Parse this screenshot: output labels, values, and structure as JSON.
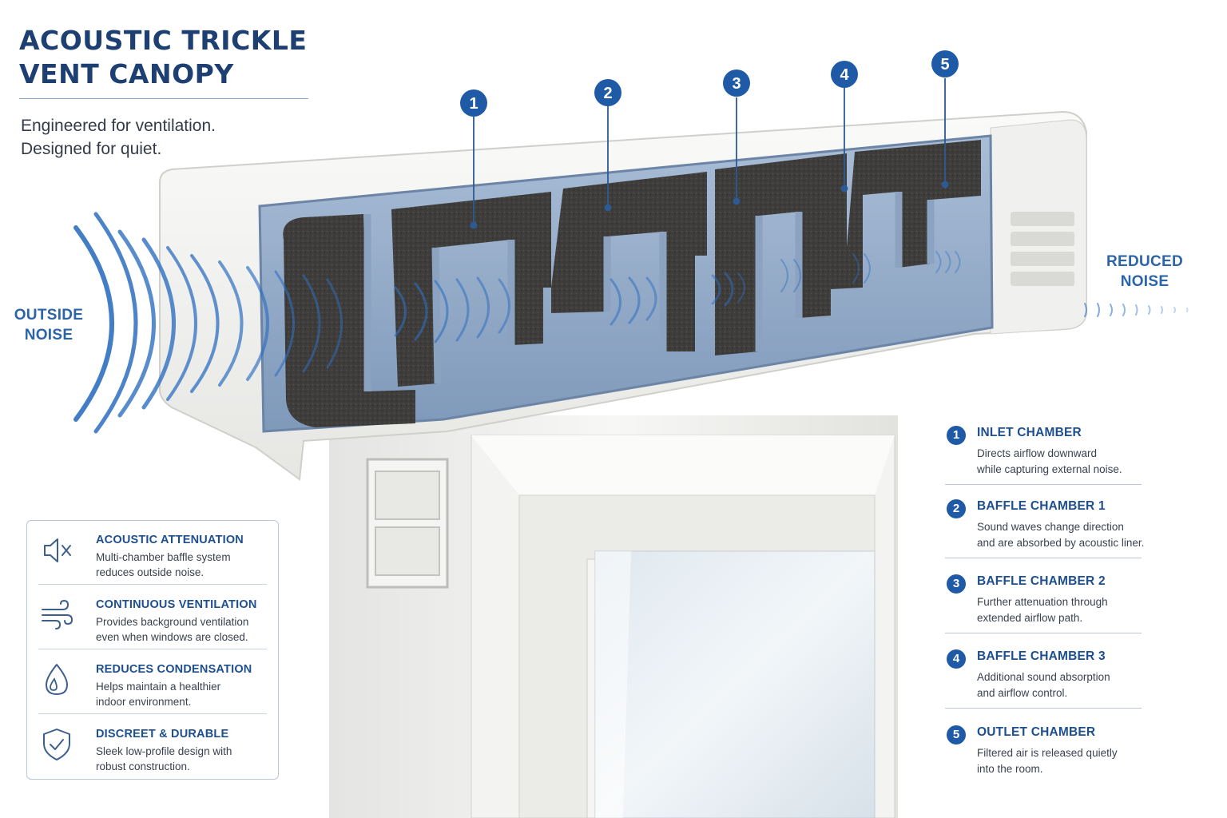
{
  "title": {
    "line1": "ACOUSTIC TRICKLE",
    "line2": "VENT CANOPY"
  },
  "subtitle": {
    "line1": "Engineered for ventilation.",
    "line2": "Designed for quiet."
  },
  "noise_labels": {
    "outside": {
      "line1": "OUTSIDE",
      "line2": "NOISE"
    },
    "reduced": {
      "line1": "REDUCED",
      "line2": "NOISE"
    }
  },
  "callouts": [
    "1",
    "2",
    "3",
    "4",
    "5"
  ],
  "features": [
    {
      "icon": "muted-speaker-icon",
      "heading": "ACOUSTIC ATTENUATION",
      "line1": "Multi-chamber baffle system",
      "line2": "reduces outside noise."
    },
    {
      "icon": "wind-icon",
      "heading": "CONTINUOUS VENTILATION",
      "line1": "Provides background ventilation",
      "line2": "even when windows are closed."
    },
    {
      "icon": "water-drop-icon",
      "heading": "REDUCES CONDENSATION",
      "line1": "Helps maintain a healthier",
      "line2": "indoor environment."
    },
    {
      "icon": "shield-check-icon",
      "heading": "DISCREET & DURABLE",
      "line1": "Sleek low-profile design with",
      "line2": "robust construction."
    }
  ],
  "chambers": [
    {
      "num": "1",
      "heading": "INLET CHAMBER",
      "line1": "Directs airflow downward",
      "line2": "while capturing external noise."
    },
    {
      "num": "2",
      "heading": "BAFFLE CHAMBER 1",
      "line1": "Sound waves change direction",
      "line2": "and are absorbed by acoustic liner."
    },
    {
      "num": "3",
      "heading": "BAFFLE CHAMBER 2",
      "line1": "Further attenuation through",
      "line2": "extended airflow path."
    },
    {
      "num": "4",
      "heading": "BAFFLE CHAMBER 3",
      "line1": "Additional sound absorption",
      "line2": "and airflow control."
    },
    {
      "num": "5",
      "heading": "OUTLET CHAMBER",
      "line1": "Filtered air is released quietly",
      "line2": "into the room."
    }
  ],
  "colors": {
    "accent": "#1f5aa6",
    "heading": "#1d3f72",
    "foam": "#3d3c3a",
    "profile": "#8fa6c2"
  }
}
